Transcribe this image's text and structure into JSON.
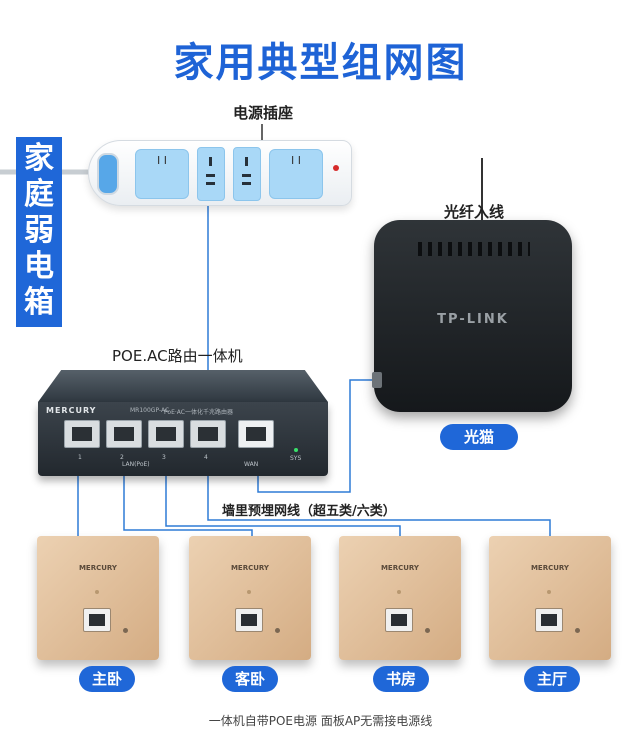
{
  "title": "家用典型组网图",
  "labels": {
    "power_strip": "电源插座",
    "weak_box_chars": [
      "家",
      "庭",
      "弱",
      "电",
      "箱"
    ],
    "fiber_in": "光纤入线",
    "router": "POE.AC路由一体机",
    "wall_cable": "墙里预埋网线（超五类/六类）",
    "footer": "一体机自带POE电源  面板AP无需接电源线"
  },
  "modem": {
    "brand": "TP-LINK",
    "name": "光猫"
  },
  "router_panel": {
    "brand": "MERCURY",
    "model": "MR100GP-AC",
    "subtitle": "PoE·AC一体化千兆路由器",
    "lan_ports": [
      "1",
      "2",
      "3",
      "4"
    ],
    "lan_label": "LAN(PoE)",
    "wan_label": "WAN",
    "sys_label": "SYS"
  },
  "power_strip": {
    "outlet_marks": [
      "I I",
      "I I"
    ]
  },
  "panels": [
    {
      "brand": "MERCURY",
      "room": "主卧"
    },
    {
      "brand": "MERCURY",
      "room": "客卧"
    },
    {
      "brand": "MERCURY",
      "room": "书房"
    },
    {
      "brand": "MERCURY",
      "room": "主厅"
    }
  ],
  "colors": {
    "accent": "#1e63d6",
    "wire": "#2e7bd6",
    "panel_gold": "#ddb995",
    "device_black": "#22282e"
  }
}
